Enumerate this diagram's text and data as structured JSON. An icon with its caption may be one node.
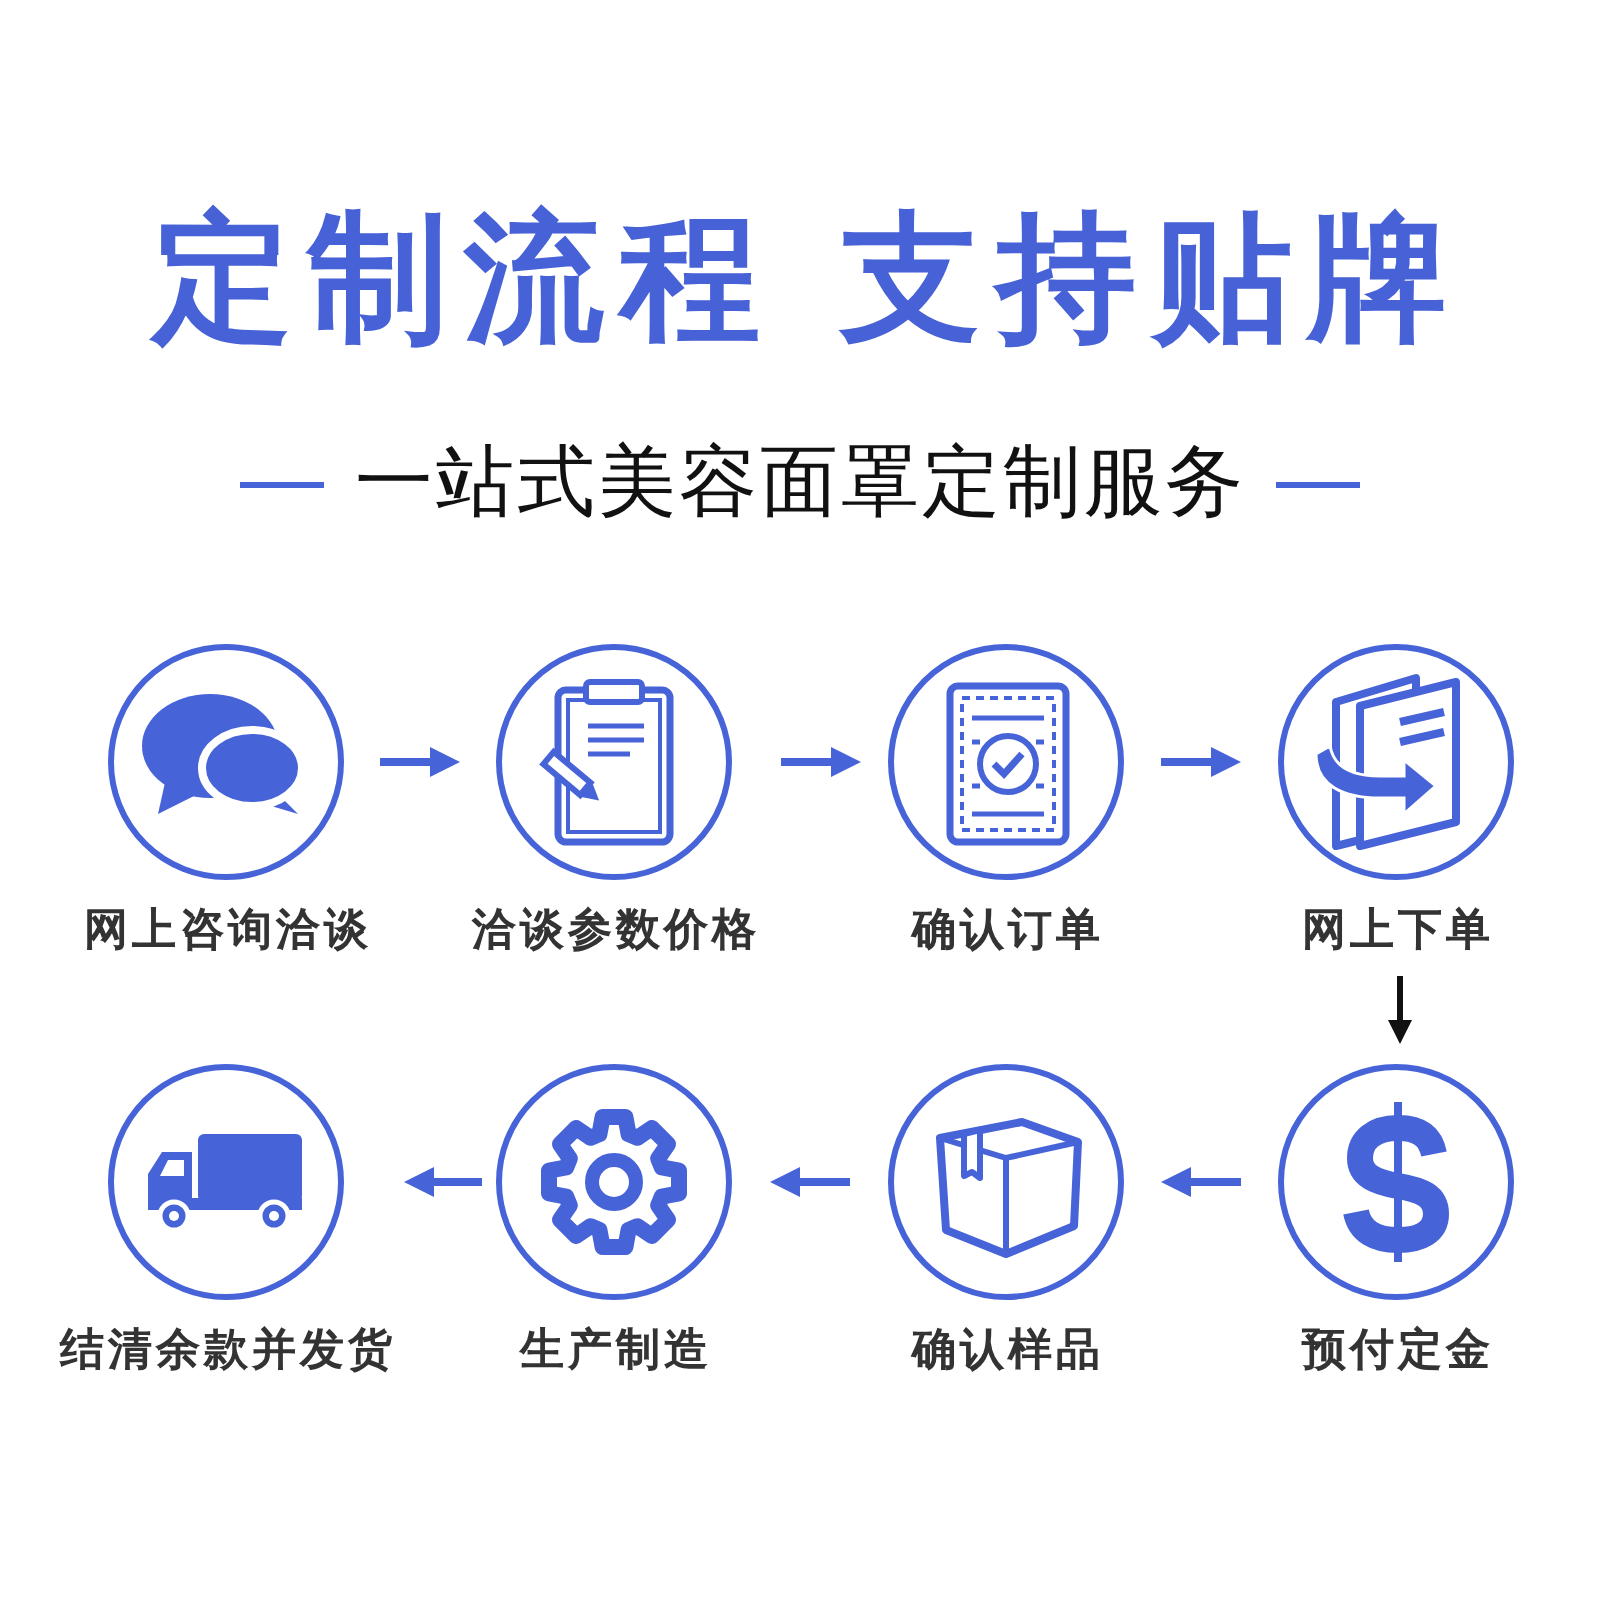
{
  "diagram": {
    "title": "定制流程 支持贴牌",
    "nodes": [
      {
        "text": [
          "网上咨询洽谈"
        ]
      },
      {
        "text": [
          "洽谈参数价格"
        ]
      },
      {
        "text": [
          "确认订单"
        ]
      },
      {
        "text": [
          "网上下单"
        ]
      },
      {
        "text": [
          "预付定金"
        ]
      },
      {
        "text": [
          "确认样品"
        ]
      },
      {
        "text": [
          "生产制造"
        ]
      },
      {
        "text": [
          "结清余款并发货"
        ]
      }
    ],
    "edges": [
      {
        "from": 0,
        "to": 1,
        "arrow": "to"
      },
      {
        "from": 1,
        "to": 2,
        "arrow": "to"
      },
      {
        "from": 2,
        "to": 3,
        "arrow": "to"
      },
      {
        "from": 3,
        "to": 4,
        "arrow": "to",
        "color": "#111111"
      },
      {
        "from": 4,
        "to": 5,
        "arrow": "to"
      },
      {
        "from": 5,
        "to": 6,
        "arrow": "to"
      },
      {
        "from": 6,
        "to": 7,
        "arrow": "to"
      }
    ],
    "labels": [
      "一站式美容面罩定制服务"
    ]
  }
}
